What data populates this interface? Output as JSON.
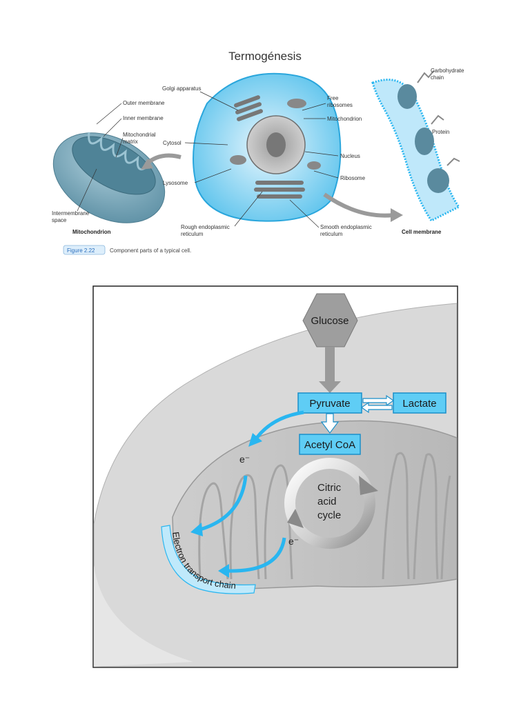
{
  "page_title": "Termogénesis",
  "figure1": {
    "labels": {
      "outer_membrane": "Outer membrane",
      "inner_membrane": "Inner membrane",
      "mito_matrix_1": "Mitochondrial",
      "mito_matrix_2": "matrix",
      "intermembrane_1": "Intermembrane",
      "intermembrane_2": "space",
      "mitochondrion_caption": "Mitochondrion",
      "golgi": "Golgi apparatus",
      "cytosol": "Cytosol",
      "lysosome": "Lysosome",
      "rough_er_1": "Rough endoplasmic",
      "rough_er_2": "reticulum",
      "free_ribosomes_1": "Free",
      "free_ribosomes_2": "ribosomes",
      "mitochondrion": "Mitochondrion",
      "nucleus": "Nucleus",
      "ribosome": "Ribosome",
      "smooth_er_1": "Smooth endoplasmic",
      "smooth_er_2": "reticulum",
      "carbohydrate_1": "Carbohydrate",
      "carbohydrate_2": "chain",
      "protein": "Protein",
      "cell_membrane_caption": "Cell membrane"
    },
    "figure_tag": "Figure 2.22",
    "caption": "Component parts of a typical cell."
  },
  "figure2": {
    "glucose": "Glucose",
    "pyruvate": "Pyruvate",
    "lactate": "Lactate",
    "acetyl_coa": "Acetyl CoA",
    "cycle_1": "Citric",
    "cycle_2": "acid",
    "cycle_3": "cycle",
    "electron_1": "e⁻",
    "electron_2": "e⁻",
    "etc": "Electron transport chain"
  },
  "colors": {
    "accent_blue": "#29b6f0",
    "box_fill": "#5fcdf5",
    "box_stroke": "#1a8fc9",
    "mito_blue": "#6fa3b8",
    "grey_outer": "#bdbdbd",
    "grey_inner": "#d3d3d3"
  }
}
